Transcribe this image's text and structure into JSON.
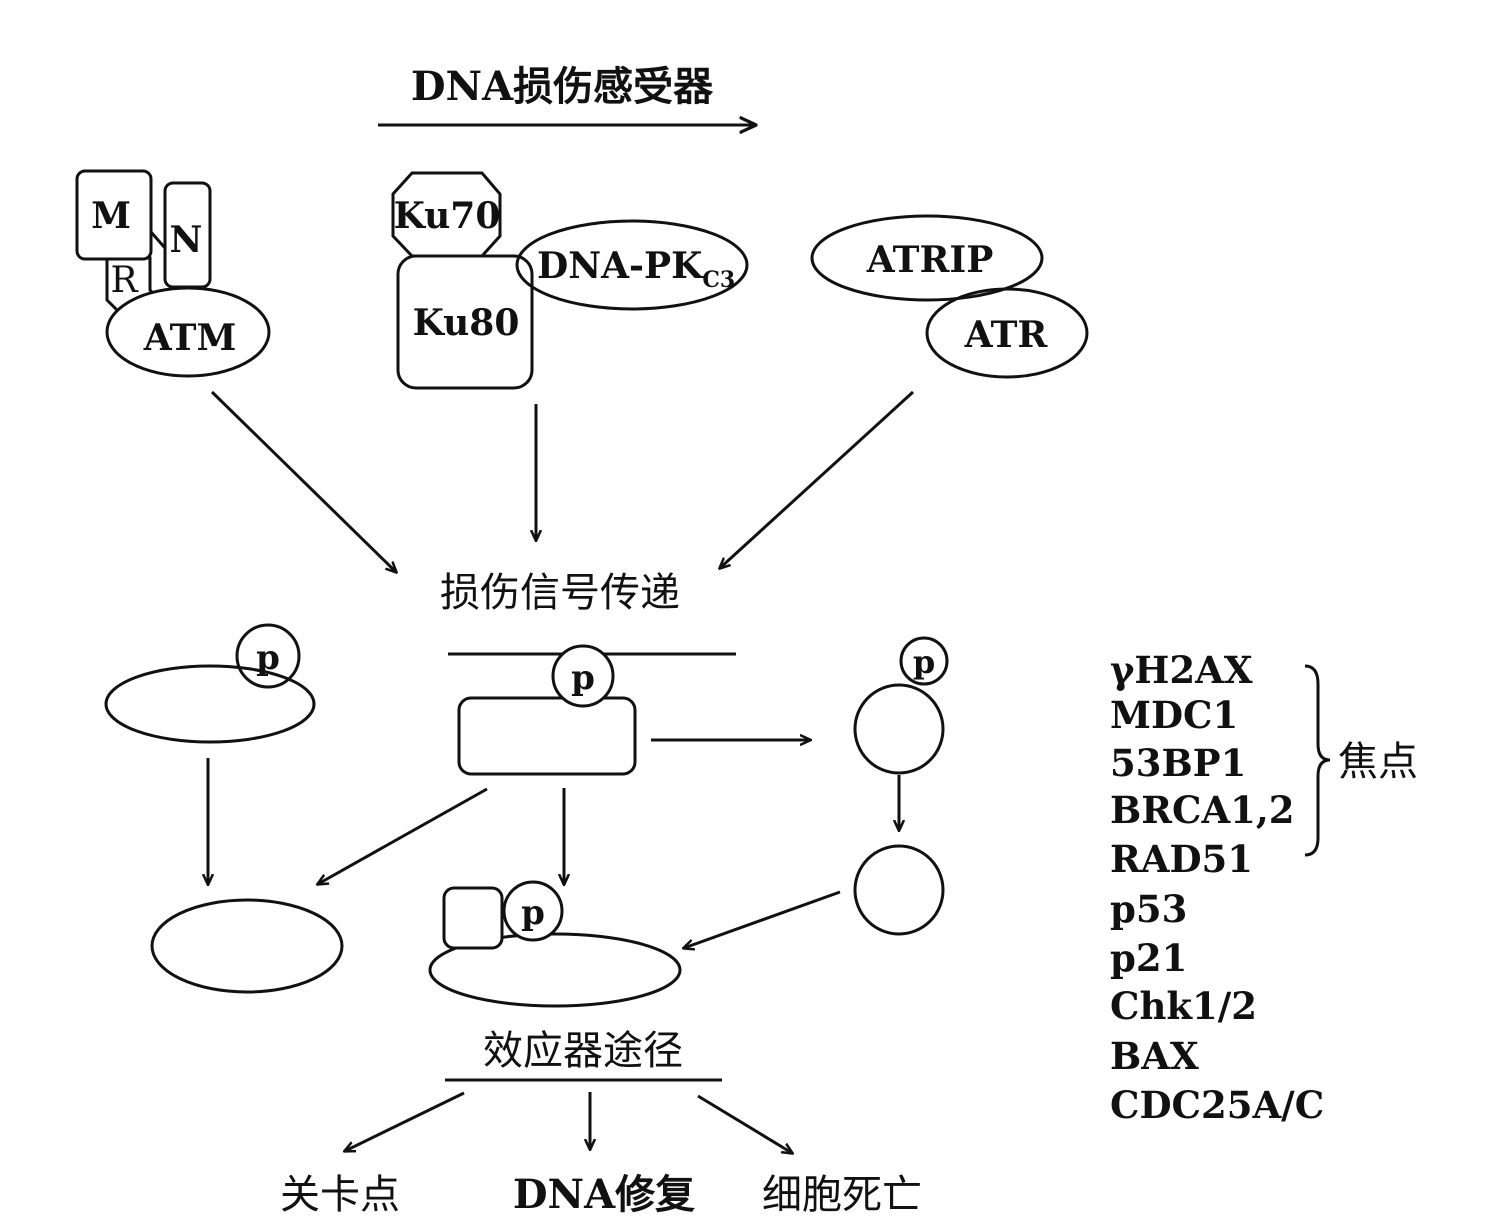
{
  "title": "DNA损伤感受器",
  "sensors": {
    "mrn": {
      "m": "M",
      "r": "R",
      "n": "N"
    },
    "atm": "ATM",
    "ku70": "Ku70",
    "ku80": "Ku80",
    "dnapk": {
      "main": "DNA-PK",
      "sub": "C3"
    },
    "atrip": "ATRIP",
    "atr": "ATR"
  },
  "signal_label": "损伤信号传递",
  "phospho_label": "p",
  "effector_label": "效应器途径",
  "outcomes": [
    "关卡点",
    "DNA修复",
    "细胞死亡"
  ],
  "proteins": [
    "γH2AX",
    "MDC1",
    "53BP1",
    "BRCA1,2",
    "RAD51",
    "p53",
    "p21",
    "Chk1/2",
    "BAX",
    "CDC25A/C"
  ],
  "foci_label": "焦点",
  "colors": {
    "stroke": "#111111",
    "background": "#ffffff"
  }
}
